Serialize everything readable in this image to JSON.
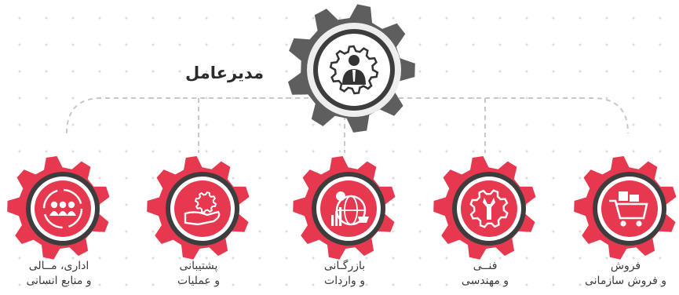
{
  "colors": {
    "accent_red": "#e63950",
    "ceo_gear": "#5e5e5e",
    "ring": "#3d3d3d",
    "text": "#2b2b2b",
    "connector": "#c8c8c8"
  },
  "ceo": {
    "title": "مدیرعامل",
    "icon": "manager-gear-icon"
  },
  "departments": [
    {
      "line1": "اداری، مــالی",
      "line2": "و منابع انسانی",
      "icon": "team-cycle-icon"
    },
    {
      "line1": "پشتیبانی",
      "line2": "و عملیات",
      "icon": "support-hand-gear-icon"
    },
    {
      "line1": "بازرگـانی",
      "line2": "و واردات",
      "icon": "global-trade-icon"
    },
    {
      "line1": "فنــی",
      "line2": "و مهندسی",
      "icon": "wrench-gear-icon"
    },
    {
      "line1": "فروش",
      "line2": "و فروش سازمانی",
      "icon": "shopping-cart-icon"
    }
  ]
}
